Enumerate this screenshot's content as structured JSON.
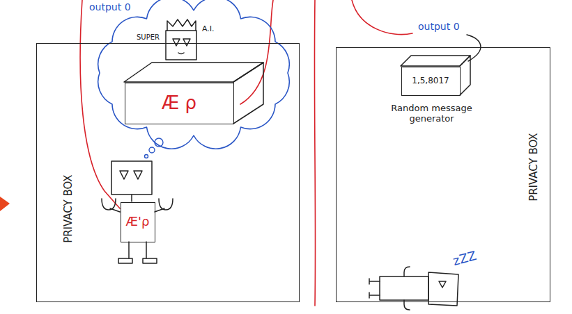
{
  "diagram": {
    "nodes": [
      {
        "text": [
          "PRIVACY BOX"
        ]
      },
      {
        "text": [
          "Æ ρ"
        ],
        "in": 0
      },
      {
        "text": [
          "Æ'ρ"
        ],
        "in": 0
      },
      {
        "text": [
          "PRIVACY BOX"
        ]
      },
      {
        "text": [
          "1,5,8017",
          "Random message generator"
        ],
        "in": 3
      }
    ],
    "labels": [
      "output 0",
      "SUPER",
      "A.I.",
      "output 0",
      "zZZ"
    ]
  }
}
